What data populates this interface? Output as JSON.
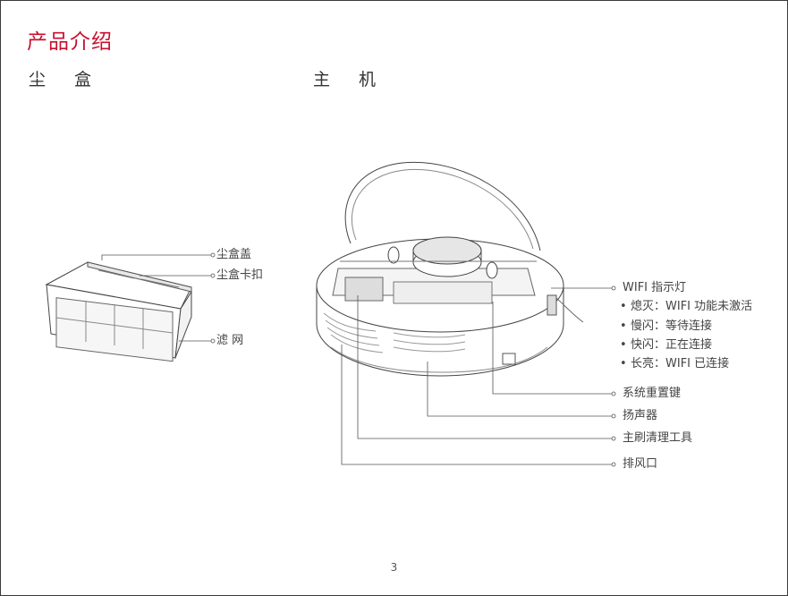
{
  "page": {
    "title": "产品介绍",
    "page_number": "3"
  },
  "sections": {
    "dustbin": "尘 盒",
    "main_unit": "主 机"
  },
  "dustbin_labels": {
    "lid": "尘盒盖",
    "latch": "尘盒卡扣",
    "filter": "滤 网"
  },
  "main_unit_labels": {
    "wifi_indicator": "WIFI 指示灯",
    "wifi_states": [
      {
        "text": "熄灭：WIFI 功能未激活"
      },
      {
        "text": "慢闪：等待连接"
      },
      {
        "text": "快闪：正在连接"
      },
      {
        "text": "长亮：WIFI 已连接"
      }
    ],
    "reset_key": "系统重置键",
    "speaker": "扬声器",
    "brush_tool": "主刷清理工具",
    "air_outlet": "排风口"
  },
  "bullet_symbol": "•",
  "colors": {
    "title": "#c8102e",
    "text": "#444444",
    "line": "#555555"
  }
}
